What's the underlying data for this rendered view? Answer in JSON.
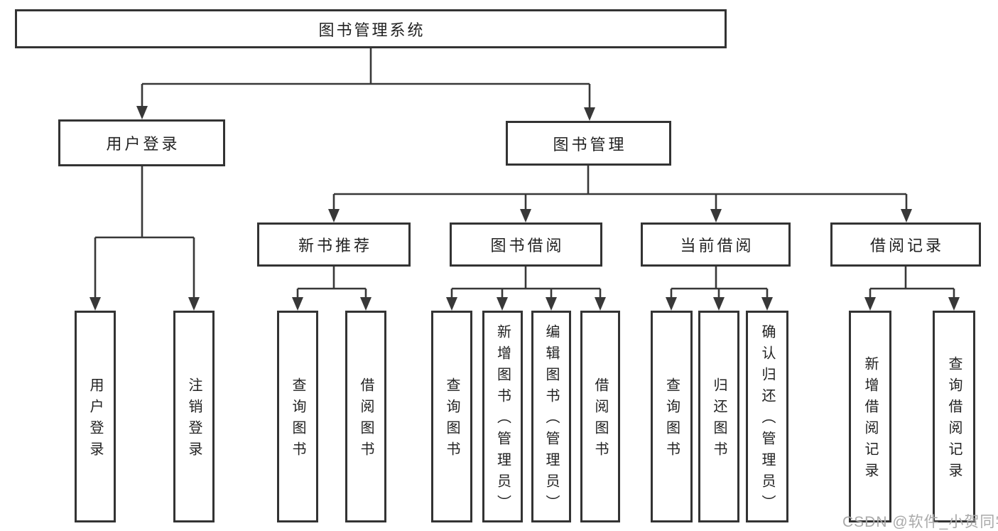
{
  "diagram": {
    "type": "hierarchy-tree",
    "title": "图书管理系统",
    "colors": {
      "background": "#ffffff",
      "box_border": "#333333",
      "connector_line": "#383838",
      "label_text": "#222222",
      "watermark_text": "#a9a9a9"
    },
    "nodes": {
      "root": {
        "label": "图书管理系统"
      },
      "user_login": {
        "label": "用户登录"
      },
      "book_management": {
        "label": "图书管理"
      },
      "new_book_recommend": {
        "label": "新书推荐"
      },
      "book_borrow": {
        "label": "图书借阅"
      },
      "current_borrow": {
        "label": "当前借阅"
      },
      "borrow_records": {
        "label": "借阅记录"
      },
      "leaf_user_login": {
        "label": "用户登录"
      },
      "leaf_logout": {
        "label": "注销登录"
      },
      "leaf_rec_query_books": {
        "label": "查询图书"
      },
      "leaf_rec_borrow_books": {
        "label": "借阅图书"
      },
      "leaf_bb_query_books": {
        "label": "查询图书"
      },
      "leaf_bb_add_books": {
        "label": "新增图书（管理员）"
      },
      "leaf_bb_edit_books": {
        "label": "编辑图书（管理员）"
      },
      "leaf_bb_borrow_books": {
        "label": "借阅图书"
      },
      "leaf_cb_query_books": {
        "label": "查询图书"
      },
      "leaf_cb_return_books": {
        "label": "归还图书"
      },
      "leaf_cb_confirm_return": {
        "label": "确认归还（管理员）"
      },
      "leaf_br_add_record": {
        "label": "新增借阅记录"
      },
      "leaf_br_query_record": {
        "label": "查询借阅记录"
      }
    },
    "edges": [
      [
        "root",
        "user_login"
      ],
      [
        "root",
        "book_management"
      ],
      [
        "user_login",
        "leaf_user_login"
      ],
      [
        "user_login",
        "leaf_logout"
      ],
      [
        "book_management",
        "new_book_recommend"
      ],
      [
        "book_management",
        "book_borrow"
      ],
      [
        "book_management",
        "current_borrow"
      ],
      [
        "book_management",
        "borrow_records"
      ],
      [
        "new_book_recommend",
        "leaf_rec_query_books"
      ],
      [
        "new_book_recommend",
        "leaf_rec_borrow_books"
      ],
      [
        "book_borrow",
        "leaf_bb_query_books"
      ],
      [
        "book_borrow",
        "leaf_bb_add_books"
      ],
      [
        "book_borrow",
        "leaf_bb_edit_books"
      ],
      [
        "book_borrow",
        "leaf_bb_borrow_books"
      ],
      [
        "current_borrow",
        "leaf_cb_query_books"
      ],
      [
        "current_borrow",
        "leaf_cb_return_books"
      ],
      [
        "current_borrow",
        "leaf_cb_confirm_return"
      ],
      [
        "borrow_records",
        "leaf_br_add_record"
      ],
      [
        "borrow_records",
        "leaf_br_query_record"
      ]
    ],
    "watermark": "CSDN @软件_小贺同学"
  }
}
